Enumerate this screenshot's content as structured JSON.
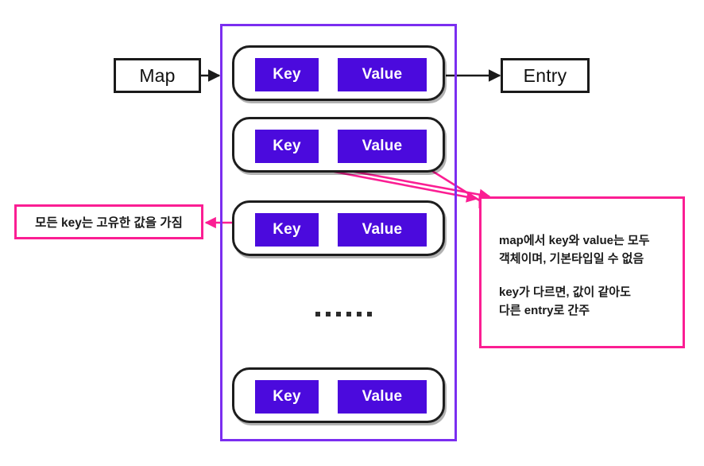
{
  "diagram": {
    "title_nodes": {
      "map": "Map",
      "entry": "Entry"
    },
    "container": {
      "name": "map-container",
      "border_color": "#7B2EF0"
    },
    "entry_rows": [
      {
        "key": "Key",
        "value": "Value"
      },
      {
        "key": "Key",
        "value": "Value"
      },
      {
        "key": "Key",
        "value": "Value"
      },
      {
        "key": "Key",
        "value": "Value"
      }
    ],
    "ellipsis": {
      "dot_count": 6
    },
    "notes": {
      "left": {
        "lines": [
          "모든 key는 고유한 값을 가짐"
        ]
      },
      "right": {
        "paragraphs": [
          [
            "map에서 key와 value는 모두",
            "객체이며, 기본타입일 수 없음"
          ],
          [
            "key가 다르면, 값이 같아도",
            "다른 entry로 간주"
          ]
        ]
      }
    },
    "colors": {
      "kv_fill": "#4B0ADD",
      "kv_text": "#FFFFFF",
      "container_border": "#7B2EF0",
      "note_border": "#FB1E93",
      "arrow_black": "#1A1A1A",
      "arrow_pink": "#FB1E93",
      "box_border": "#1A1A1A",
      "background": "#FFFFFF"
    }
  }
}
